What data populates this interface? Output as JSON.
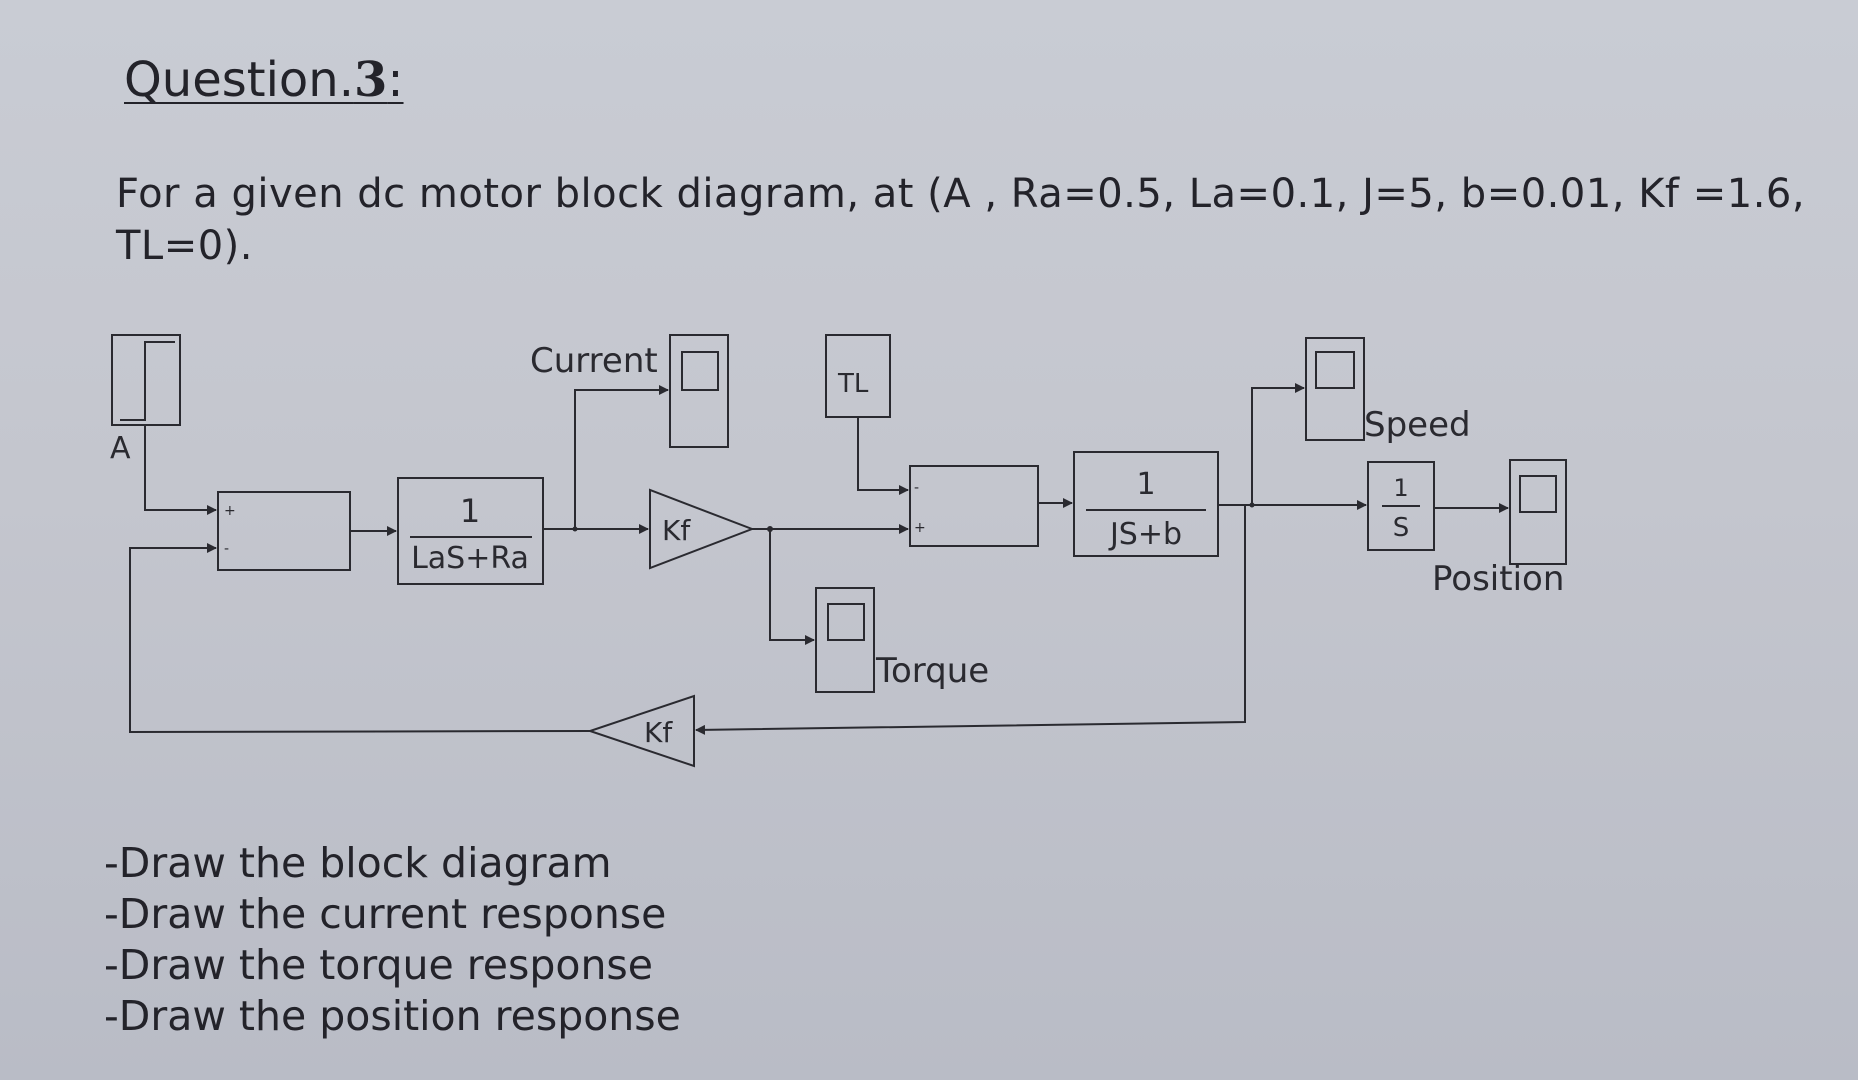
{
  "question": {
    "label": "Question.",
    "number": "3",
    "suffix": ":"
  },
  "intro": "For a given dc motor block diagram, at (A , Ra=0.5, La=0.1, J=5, b=0.01, Kf =1.6, TL=0).",
  "diagram": {
    "source_label": "A",
    "current_label": "Current",
    "armature_tf": {
      "numerator": "1",
      "denominator": "LaS+Ra"
    },
    "gain_forward": "Kf",
    "gain_feedback": "Kf",
    "load_torque": "TL",
    "mech_tf": {
      "numerator": "1",
      "denominator": "JS+b"
    },
    "integrator": {
      "numerator": "1",
      "denominator": "S"
    },
    "torque_label": "Torque",
    "speed_label": "Speed",
    "position_label": "Position",
    "plus_sign": "+",
    "minus_sign": "-"
  },
  "tasks": [
    "-Draw the block diagram",
    "-Draw the current response",
    "-Draw the torque response",
    "-Draw the position response"
  ]
}
